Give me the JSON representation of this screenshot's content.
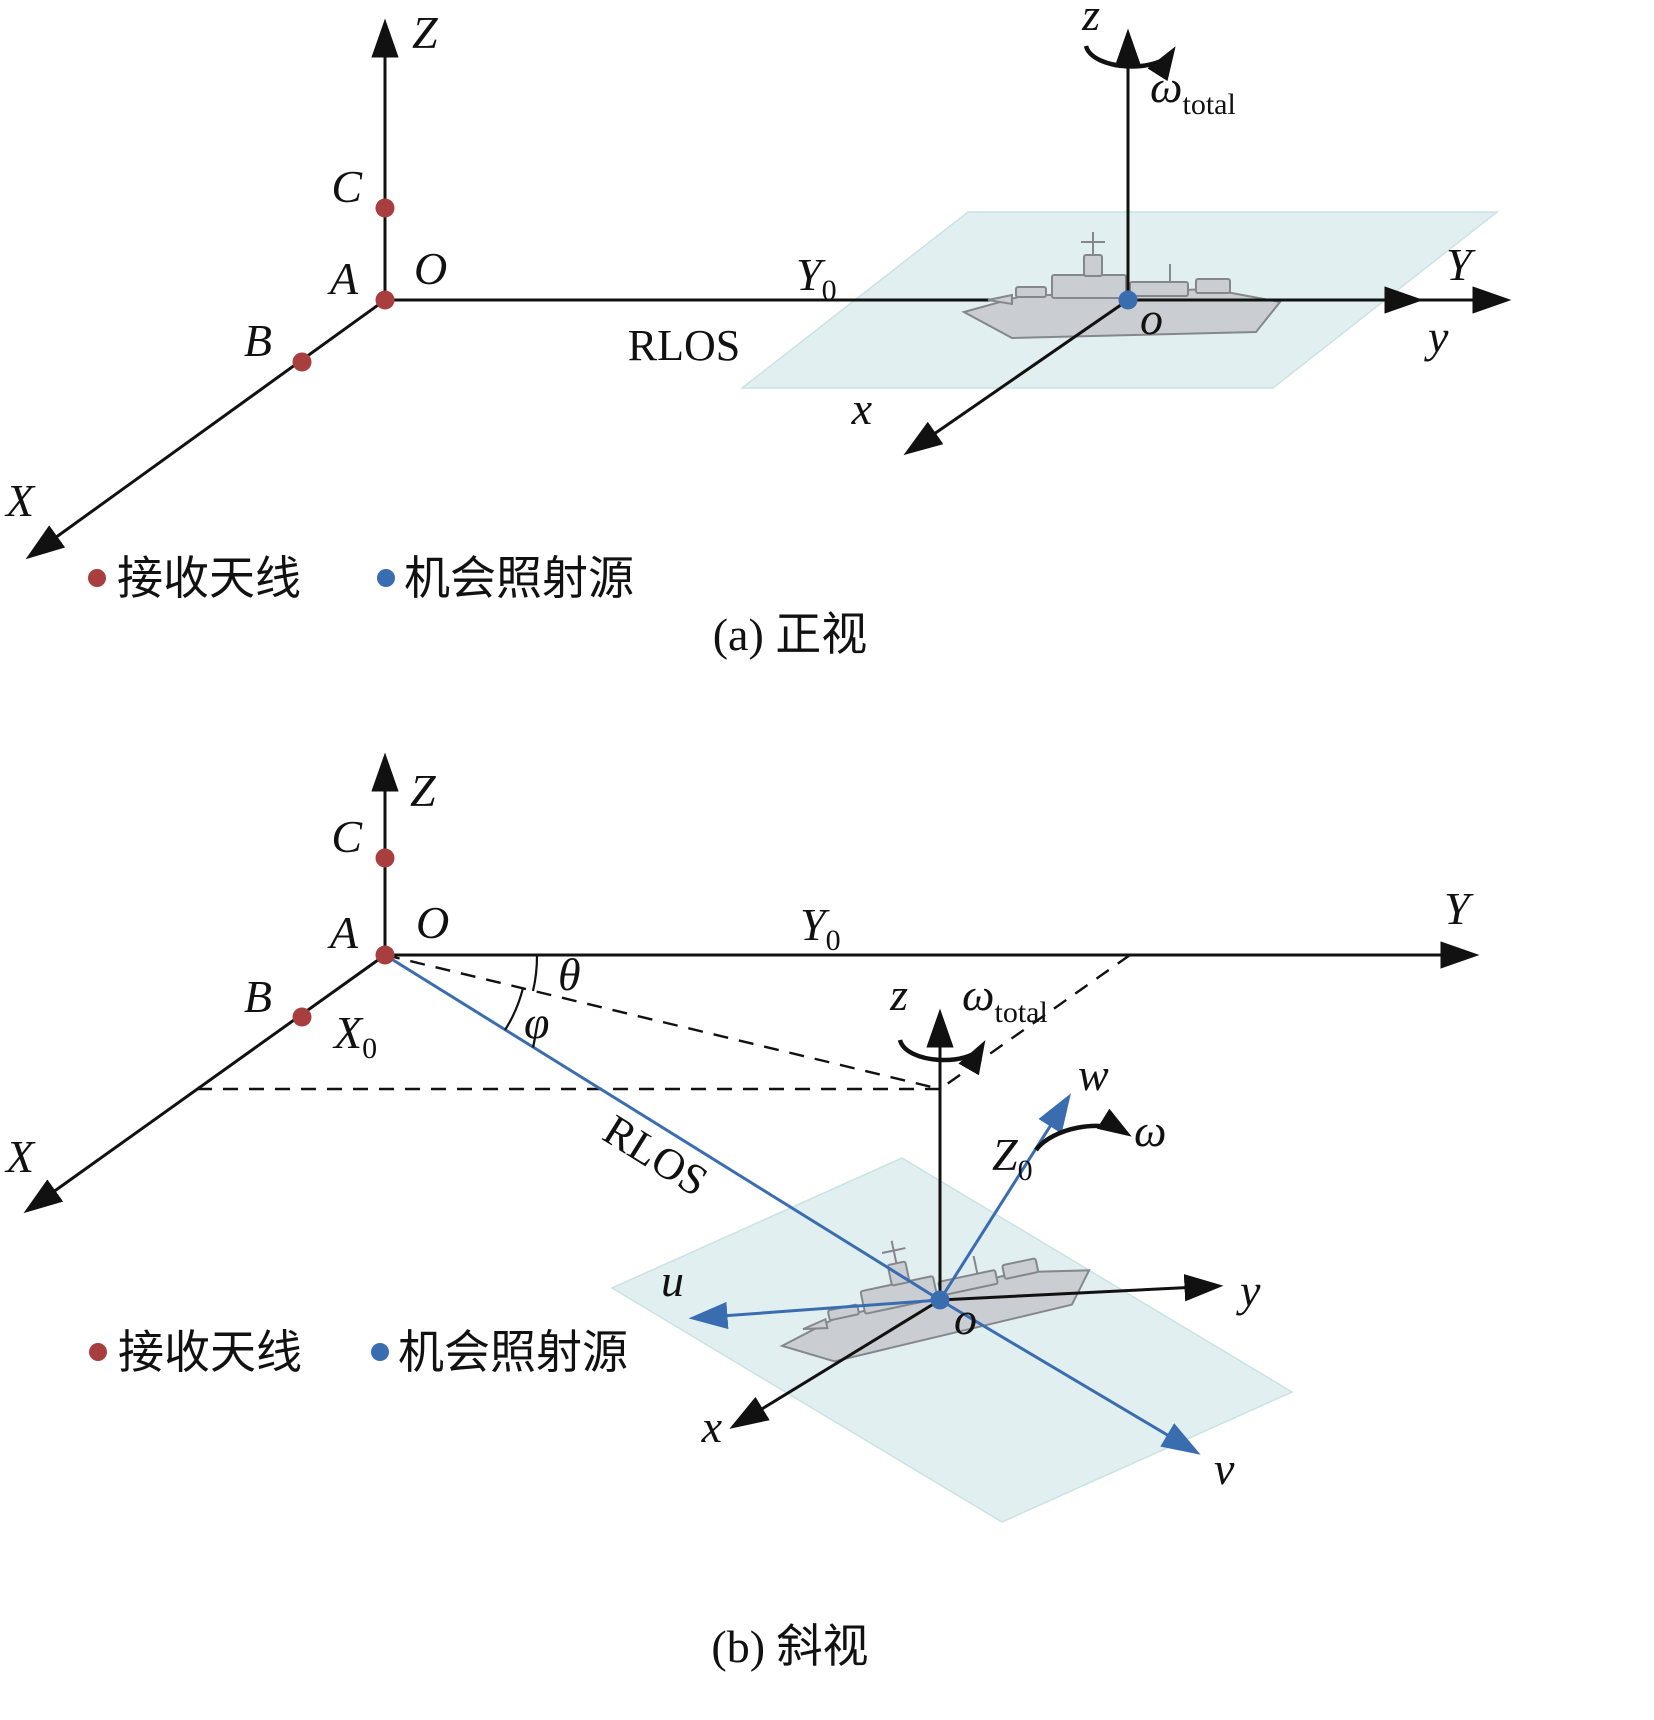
{
  "colors": {
    "receiver_dot": "#a83e3e",
    "illuminator_dot": "#3a6db0",
    "blue_line": "#3a6db0",
    "plane_fill": "#dcedef",
    "ship_fill": "#caced2",
    "ship_stroke": "#84888d",
    "axis_color": "#111111"
  },
  "panel_a": {
    "caption": "(a) 正视",
    "axes": {
      "X": "X",
      "Y": "Y",
      "Z": "Z"
    },
    "points": {
      "A": "A",
      "B": "B",
      "C": "C",
      "O": "O"
    },
    "target": {
      "x": "x",
      "y": "y",
      "z": "z",
      "o": "o"
    },
    "annotations": {
      "Y0": {
        "base": "Y",
        "sub": "0"
      },
      "RLOS": "RLOS",
      "omega_total": {
        "base": "ω",
        "sub": "total"
      }
    },
    "legend": {
      "receiver": "接收天线",
      "illuminator": "机会照射源"
    }
  },
  "panel_b": {
    "caption": "(b) 斜视",
    "axes": {
      "X": "X",
      "Y": "Y",
      "Z": "Z"
    },
    "points": {
      "A": "A",
      "B": "B",
      "C": "C",
      "O": "O"
    },
    "target": {
      "x": "x",
      "y": "y",
      "z": "z",
      "o": "o",
      "u": "u",
      "v": "v",
      "w": "w"
    },
    "annotations": {
      "X0": {
        "base": "X",
        "sub": "0"
      },
      "Y0": {
        "base": "Y",
        "sub": "0"
      },
      "Z0": {
        "base": "Z",
        "sub": "0"
      },
      "RLOS": "RLOS",
      "theta": "θ",
      "phi": "φ",
      "omega_total": {
        "base": "ω",
        "sub": "total"
      },
      "omega": "ω"
    },
    "legend": {
      "receiver": "接收天线",
      "illuminator": "机会照射源"
    }
  }
}
